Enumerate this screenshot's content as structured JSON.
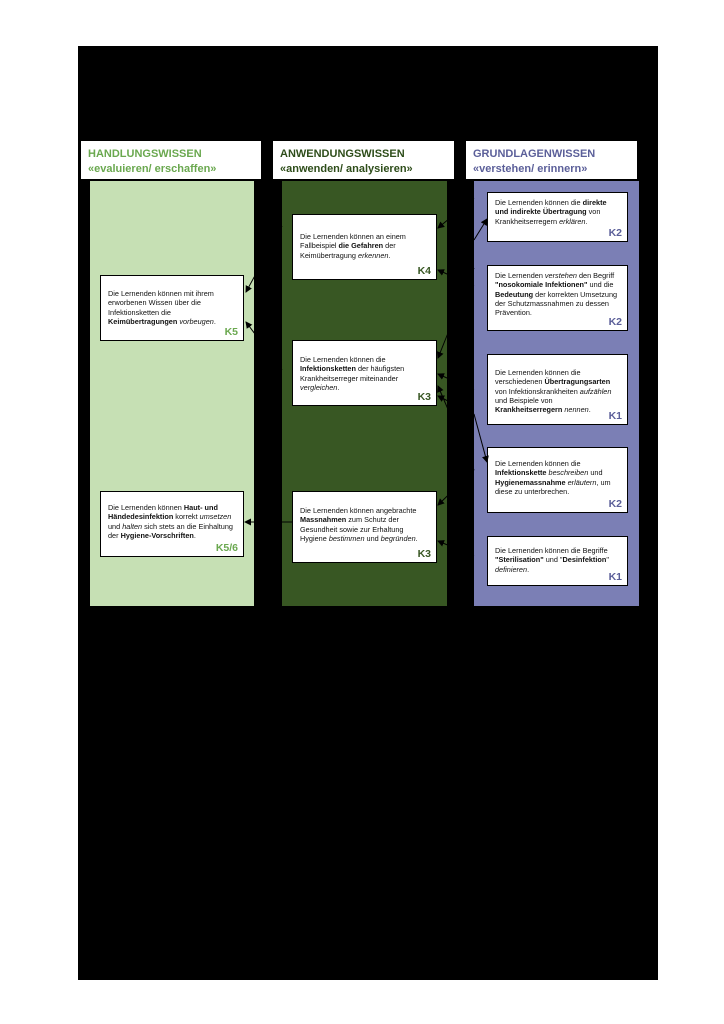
{
  "colors": {
    "sheet": "#000000",
    "handlung_fill": "#c6e0b4",
    "handlung_title": "#6aa84f",
    "anwendung_fill": "#385723",
    "anwendung_title": "#2e4d1a",
    "grundlagen_fill": "#7b7fb5",
    "grundlagen_title": "#5b5f99",
    "level_green": "#6aa84f",
    "level_dark": "#385723",
    "level_blue": "#5b5f99"
  },
  "columns": {
    "handlung": {
      "title": "HANDLUNGSWISSEN",
      "subtitle": "«evaluieren/ erschaffen»"
    },
    "anwendung": {
      "title": "ANWENDUNGSWISSEN",
      "subtitle": "«anwenden/ analysieren»"
    },
    "grundlagen": {
      "title": "GRUNDLAGENWISSEN",
      "subtitle": "«verstehen/ erinnern»"
    }
  },
  "cards": [
    {
      "id": "g1",
      "level": "K2",
      "segments": [
        {
          "t": "Die Lernenden können die ",
          "s": "n"
        },
        {
          "t": "direkte und indirekte Übertragung",
          "s": "b"
        },
        {
          "t": " von Krankheitserregern ",
          "s": "n"
        },
        {
          "t": "erklären",
          "s": "i"
        },
        {
          "t": ".",
          "s": "n"
        }
      ]
    },
    {
      "id": "g2",
      "level": "K2",
      "segments": [
        {
          "t": "Die Lernenden ",
          "s": "n"
        },
        {
          "t": "verstehen",
          "s": "i"
        },
        {
          "t": " den Begriff ",
          "s": "n"
        },
        {
          "t": "\"nosokomiale Infektionen\"",
          "s": "b"
        },
        {
          "t": " und die ",
          "s": "n"
        },
        {
          "t": "Bedeutung",
          "s": "b"
        },
        {
          "t": " der korrekten Umsetzung der Schutzmassnahmen zu dessen Prävention.",
          "s": "n"
        }
      ]
    },
    {
      "id": "g3",
      "level": "K1",
      "segments": [
        {
          "t": "Die Lernenden können die verschiedenen ",
          "s": "n"
        },
        {
          "t": "Übertragungsarten",
          "s": "b"
        },
        {
          "t": " von Infektionskrankheiten ",
          "s": "n"
        },
        {
          "t": "aufzählen",
          "s": "i"
        },
        {
          "t": " und Beispiele von ",
          "s": "n"
        },
        {
          "t": "Krankheitserregern",
          "s": "b"
        },
        {
          "t": " ",
          "s": "n"
        },
        {
          "t": "nennen",
          "s": "i"
        },
        {
          "t": ".",
          "s": "n"
        }
      ]
    },
    {
      "id": "g4",
      "level": "K2",
      "segments": [
        {
          "t": "Die Lernenden können die ",
          "s": "n"
        },
        {
          "t": "Infektionskette",
          "s": "b"
        },
        {
          "t": " ",
          "s": "n"
        },
        {
          "t": "beschreiben",
          "s": "i"
        },
        {
          "t": " und ",
          "s": "n"
        },
        {
          "t": "Hygienemassnahme",
          "s": "b"
        },
        {
          "t": " ",
          "s": "n"
        },
        {
          "t": "erläutern",
          "s": "i"
        },
        {
          "t": ", um diese zu unterbrechen.",
          "s": "n"
        }
      ]
    },
    {
      "id": "g5",
      "level": "K1",
      "segments": [
        {
          "t": "Die Lernenden können die Begriffe ",
          "s": "n"
        },
        {
          "t": "\"Sterilisation\"",
          "s": "b"
        },
        {
          "t": " und \"",
          "s": "n"
        },
        {
          "t": "Desinfektion",
          "s": "b"
        },
        {
          "t": "\" ",
          "s": "n"
        },
        {
          "t": "definieren",
          "s": "i"
        },
        {
          "t": ".",
          "s": "n"
        }
      ]
    },
    {
      "id": "a1",
      "level": "K4",
      "segments": [
        {
          "t": "Die Lernenden können an einem Fallbeispiel ",
          "s": "n"
        },
        {
          "t": "die Gefahren",
          "s": "b"
        },
        {
          "t": " der Keimübertragung ",
          "s": "n"
        },
        {
          "t": "erkennen",
          "s": "i"
        },
        {
          "t": ".",
          "s": "n"
        }
      ]
    },
    {
      "id": "a2",
      "level": "K3",
      "segments": [
        {
          "t": "Die Lernenden können die ",
          "s": "n"
        },
        {
          "t": "Infektionsketten",
          "s": "b"
        },
        {
          "t": " der häufigsten Krankheitserreger miteinander ",
          "s": "n"
        },
        {
          "t": "vergleichen",
          "s": "i"
        },
        {
          "t": ".",
          "s": "n"
        }
      ]
    },
    {
      "id": "a3",
      "level": "K3",
      "segments": [
        {
          "t": "Die Lernenden können angebrachte ",
          "s": "n"
        },
        {
          "t": "Massnahmen",
          "s": "b"
        },
        {
          "t": " zum Schutz der Gesundheit sowie zur Erhaltung Hygiene ",
          "s": "n"
        },
        {
          "t": "bestimmen",
          "s": "i"
        },
        {
          "t": " und ",
          "s": "n"
        },
        {
          "t": "begründen",
          "s": "i"
        },
        {
          "t": ".",
          "s": "n"
        }
      ]
    },
    {
      "id": "h1",
      "level": "K5",
      "segments": [
        {
          "t": "Die Lernenden können mit ihrem erworbenen Wissen über die Infektionsketten die ",
          "s": "n"
        },
        {
          "t": "Keimübertragungen",
          "s": "b"
        },
        {
          "t": " ",
          "s": "n"
        },
        {
          "t": "vorbeugen",
          "s": "i"
        },
        {
          "t": ".",
          "s": "n"
        }
      ]
    },
    {
      "id": "h2",
      "level": "K5/6",
      "segments": [
        {
          "t": "Die Lernenden können ",
          "s": "n"
        },
        {
          "t": "Haut- und Händedesinfektion",
          "s": "b"
        },
        {
          "t": " korrekt ",
          "s": "n"
        },
        {
          "t": "umsetzen",
          "s": "i"
        },
        {
          "t": " und ",
          "s": "n"
        },
        {
          "t": "halten",
          "s": "i"
        },
        {
          "t": " sich stets an die Einhaltung der ",
          "s": "n"
        },
        {
          "t": "Hygiene-Vorschriften",
          "s": "b"
        },
        {
          "t": ".",
          "s": "n"
        }
      ]
    }
  ]
}
